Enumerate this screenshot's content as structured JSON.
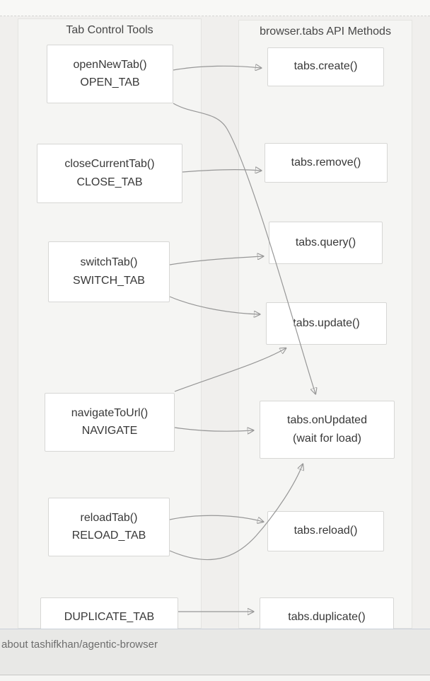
{
  "diagram": {
    "left_group": {
      "title": "Tab Control Tools",
      "nodes": [
        {
          "id": "openNewTab",
          "lines": [
            "openNewTab()",
            "OPEN_TAB"
          ]
        },
        {
          "id": "closeCurrentTab",
          "lines": [
            "closeCurrentTab()",
            "CLOSE_TAB"
          ]
        },
        {
          "id": "switchTab",
          "lines": [
            "switchTab()",
            "SWITCH_TAB"
          ]
        },
        {
          "id": "navigateToUrl",
          "lines": [
            "navigateToUrl()",
            "NAVIGATE"
          ]
        },
        {
          "id": "reloadTab",
          "lines": [
            "reloadTab()",
            "RELOAD_TAB"
          ]
        },
        {
          "id": "duplicateTab",
          "lines": [
            "DUPLICATE_TAB"
          ]
        }
      ]
    },
    "right_group": {
      "title": "browser.tabs API Methods",
      "nodes": [
        {
          "id": "tabs.create",
          "lines": [
            "tabs.create()"
          ]
        },
        {
          "id": "tabs.remove",
          "lines": [
            "tabs.remove()"
          ]
        },
        {
          "id": "tabs.query",
          "lines": [
            "tabs.query()"
          ]
        },
        {
          "id": "tabs.update",
          "lines": [
            "tabs.update()"
          ]
        },
        {
          "id": "tabs.onUpdated",
          "lines": [
            "tabs.onUpdated",
            "(wait for load)"
          ]
        },
        {
          "id": "tabs.reload",
          "lines": [
            "tabs.reload()"
          ]
        },
        {
          "id": "tabs.duplicate",
          "lines": [
            "tabs.duplicate()"
          ]
        }
      ]
    },
    "edges": [
      {
        "from": "openNewTab",
        "to": "tabs.create()"
      },
      {
        "from": "openNewTab",
        "to": "tabs.onUpdated"
      },
      {
        "from": "closeCurrentTab",
        "to": "tabs.remove()"
      },
      {
        "from": "switchTab",
        "to": "tabs.query()"
      },
      {
        "from": "switchTab",
        "to": "tabs.update()"
      },
      {
        "from": "navigateToUrl",
        "to": "tabs.update()"
      },
      {
        "from": "navigateToUrl",
        "to": "tabs.onUpdated"
      },
      {
        "from": "reloadTab",
        "to": "tabs.reload()"
      },
      {
        "from": "reloadTab",
        "to": "tabs.onUpdated"
      },
      {
        "from": "DUPLICATE_TAB",
        "to": "tabs.duplicate()"
      }
    ]
  },
  "status_bar": {
    "text": "about tashifkhan/agentic-browser"
  },
  "colors": {
    "page_bg": "#f0efed",
    "group_bg": "#f5f5f3",
    "node_bg": "#ffffff",
    "node_border": "#d7d7d5",
    "edge": "#979797",
    "status_bar_bg": "#e8e8e6"
  }
}
